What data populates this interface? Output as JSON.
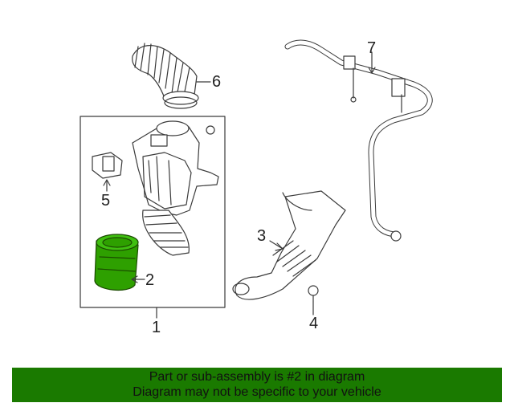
{
  "diagram": {
    "callouts": [
      "1",
      "2",
      "3",
      "4",
      "5",
      "6",
      "7"
    ],
    "highlight_color": "#2ea000",
    "line_color": "#3a3a3a"
  },
  "banner": {
    "line1": "Part or sub-assembly is #2 in diagram",
    "line2": "Diagram may not be specific to your vehicle",
    "background": "#1a7a00"
  }
}
